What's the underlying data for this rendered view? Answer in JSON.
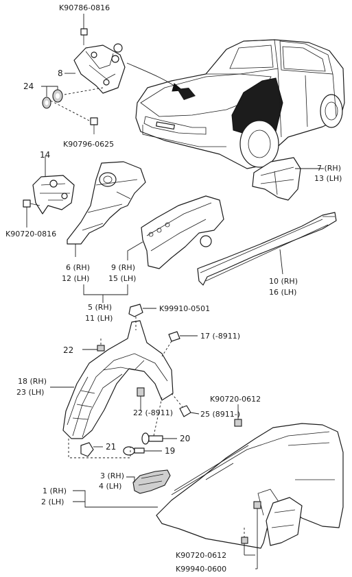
{
  "labels": {
    "k90786_0816": "K90786-0816",
    "p8": "8",
    "p24": "24",
    "k90796_0625": "K90796-0625",
    "p14": "14",
    "k90720_0816": "K90720-0816",
    "p7": "7 (RH)",
    "p13": "13 (LH)",
    "p6": "6 (RH)",
    "p12": "12 (LH)",
    "p9": "9 (RH)",
    "p15": "15 (LH)",
    "p10": "10 (RH)",
    "p16": "16 (LH)",
    "p5": "5 (RH)",
    "p11": "11 (LH)",
    "k99910_0501": "K99910-0501",
    "p22a": "22",
    "p17": "17 (-8911)",
    "p18": "18 (RH)",
    "p23": "23 (LH)",
    "k90720_0612a": "K90720-0612",
    "p22b": "22 (-8911)",
    "p25": "25 (8911-)",
    "p20": "20",
    "p21": "21",
    "p19": "19",
    "p3": "3 (RH)",
    "p4": "4 (LH)",
    "p1": "1 (RH)",
    "p2": "2 (LH)",
    "k90720_0612b": "K90720-0612",
    "k99940_0600": "K99940-0600"
  }
}
